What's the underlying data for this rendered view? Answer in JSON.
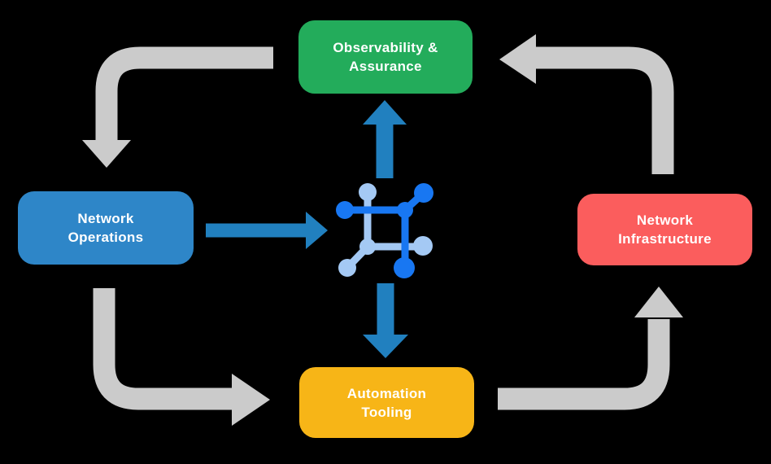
{
  "diagram": {
    "type": "cycle-flow",
    "background_color": "#000000",
    "nodes": [
      {
        "id": "observability-assurance",
        "label": "Observability & Assurance",
        "lines": [
          "Observability &",
          "Assurance"
        ],
        "color": "#23AC5B",
        "text_color": "#FFFFFF",
        "position": "top"
      },
      {
        "id": "network-operations",
        "label": "Network Operations",
        "lines": [
          "Network",
          "Operations"
        ],
        "color": "#2E86C8",
        "text_color": "#FFFFFF",
        "position": "left"
      },
      {
        "id": "network-infrastructure",
        "label": "Network Infrastructure",
        "lines": [
          "Network",
          "Infrastructure"
        ],
        "color": "#FB5D5D",
        "text_color": "#FFFFFF",
        "position": "right"
      },
      {
        "id": "automation-tooling",
        "label": "Automation Tooling",
        "lines": [
          "Automation",
          "Tooling"
        ],
        "color": "#F7B517",
        "text_color": "#FFFFFF",
        "position": "bottom"
      }
    ],
    "center_icon": {
      "name": "network-mesh-icon",
      "primary_color": "#1877F2",
      "secondary_color": "#A4C9F4"
    },
    "outer_cycle_arrows": {
      "color": "#CBCBCB",
      "flows": [
        "Observability & Assurance -> Network Operations",
        "Network Operations -> Automation Tooling",
        "Automation Tooling -> Network Infrastructure",
        "Network Infrastructure -> Observability & Assurance"
      ]
    },
    "center_arrows": {
      "color": "#2180BF",
      "flows": [
        "Network Operations -> center icon",
        "center icon -> Observability & Assurance",
        "center icon -> Automation Tooling"
      ]
    }
  }
}
